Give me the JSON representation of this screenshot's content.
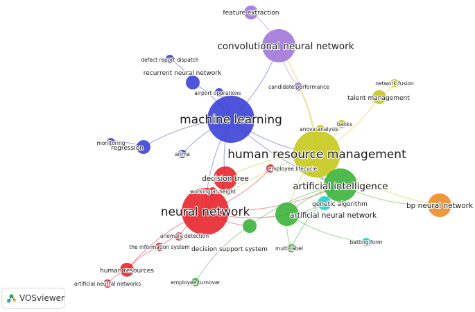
{
  "brand": {
    "name": "VOSviewer"
  },
  "clusters": {
    "red": "#e8262d",
    "green": "#3cb43c",
    "blue": "#3b43d6",
    "yellow": "#c8c81e",
    "purple": "#a277d9",
    "cyan": "#20d0d0",
    "orange": "#f08c28"
  },
  "nodes": [
    {
      "id": "ml",
      "label": "machine learning",
      "cluster": "blue",
      "size": 5
    },
    {
      "id": "hrm",
      "label": "human resource management",
      "cluster": "yellow",
      "size": 5
    },
    {
      "id": "nn",
      "label": "neural network",
      "cluster": "red",
      "size": 5
    },
    {
      "id": "ai",
      "label": "artificial intelligence",
      "cluster": "green",
      "size": 4
    },
    {
      "id": "cnn",
      "label": "convolutional neural network",
      "cluster": "purple",
      "size": 4
    },
    {
      "id": "ann",
      "label": "artificial neural network",
      "cluster": "green",
      "size": 3
    },
    {
      "id": "dt",
      "label": "decision tree",
      "cluster": "red",
      "size": 3
    },
    {
      "id": "bpnn",
      "label": "bp neural network",
      "cluster": "orange",
      "size": 3
    },
    {
      "id": "fe",
      "label": "feature extraction",
      "cluster": "purple",
      "size": 2
    },
    {
      "id": "rnn",
      "label": "recurrent neural network",
      "cluster": "blue",
      "size": 2
    },
    {
      "id": "reg",
      "label": "regression",
      "cluster": "blue",
      "size": 2
    },
    {
      "id": "ga",
      "label": "genetic algorithm",
      "cluster": "cyan",
      "size": 2
    },
    {
      "id": "tm",
      "label": "talent management",
      "cluster": "yellow",
      "size": 2
    },
    {
      "id": "dss",
      "label": "decision support system",
      "cluster": "green",
      "size": 2
    },
    {
      "id": "hr",
      "label": "human resources",
      "cluster": "red",
      "size": 2
    },
    {
      "id": "drd",
      "label": "defect report dispatch",
      "cluster": "blue",
      "size": 1
    },
    {
      "id": "ao",
      "label": "airport operations",
      "cluster": "blue",
      "size": 1
    },
    {
      "id": "cp",
      "label": "candidate performance",
      "cluster": "purple",
      "size": 1
    },
    {
      "id": "nf",
      "label": "network fusion",
      "cluster": "yellow",
      "size": 1
    },
    {
      "id": "anova",
      "label": "anova analysis",
      "cluster": "yellow",
      "size": 1
    },
    {
      "id": "banks",
      "label": "banks",
      "cluster": "yellow",
      "size": 1
    },
    {
      "id": "mon",
      "label": "monitoring",
      "cluster": "blue",
      "size": 1
    },
    {
      "id": "arima",
      "label": "arima",
      "cluster": "blue",
      "size": 1
    },
    {
      "id": "el",
      "label": "employee lifecycle",
      "cluster": "red",
      "size": 1
    },
    {
      "id": "wah",
      "label": "working at height",
      "cluster": "red",
      "size": 1
    },
    {
      "id": "ad",
      "label": "anomaly detection",
      "cluster": "red",
      "size": 1
    },
    {
      "id": "tis",
      "label": "the information system",
      "cluster": "red",
      "size": 1
    },
    {
      "id": "mlab",
      "label": "multi-label",
      "cluster": "green",
      "size": 1
    },
    {
      "id": "bf",
      "label": "batting form",
      "cluster": "cyan",
      "size": 1
    },
    {
      "id": "ann2",
      "label": "artificial neutral networks",
      "cluster": "red",
      "size": 1
    },
    {
      "id": "et",
      "label": "employee turnover",
      "cluster": "green",
      "size": 1
    }
  ],
  "links": [
    [
      "ml",
      "hrm"
    ],
    [
      "ml",
      "nn"
    ],
    [
      "ml",
      "cnn"
    ],
    [
      "ml",
      "rnn"
    ],
    [
      "ml",
      "reg"
    ],
    [
      "ml",
      "ao"
    ],
    [
      "ml",
      "arima"
    ],
    [
      "ml",
      "ai"
    ],
    [
      "ml",
      "dt"
    ],
    [
      "hrm",
      "nn"
    ],
    [
      "hrm",
      "ai"
    ],
    [
      "hrm",
      "tm"
    ],
    [
      "hrm",
      "cnn"
    ],
    [
      "hrm",
      "anova"
    ],
    [
      "hrm",
      "banks"
    ],
    [
      "hrm",
      "ann"
    ],
    [
      "hrm",
      "bpnn"
    ],
    [
      "hrm",
      "ga"
    ],
    [
      "hrm",
      "cp"
    ],
    [
      "hrm",
      "dt"
    ],
    [
      "nn",
      "ai"
    ],
    [
      "nn",
      "dt"
    ],
    [
      "nn",
      "hr"
    ],
    [
      "nn",
      "dss"
    ],
    [
      "nn",
      "ad"
    ],
    [
      "nn",
      "wah"
    ],
    [
      "nn",
      "ann"
    ],
    [
      "nn",
      "el"
    ],
    [
      "ai",
      "ann"
    ],
    [
      "ai",
      "bpnn"
    ],
    [
      "ai",
      "ga"
    ],
    [
      "ai",
      "dss"
    ],
    [
      "ai",
      "mlab"
    ],
    [
      "ai",
      "el"
    ],
    [
      "ann",
      "bf"
    ],
    [
      "ann",
      "ga"
    ],
    [
      "ann",
      "mlab"
    ],
    [
      "cnn",
      "fe"
    ],
    [
      "cnn",
      "cp"
    ],
    [
      "rnn",
      "drd"
    ],
    [
      "reg",
      "mon"
    ],
    [
      "tm",
      "nf"
    ],
    [
      "hr",
      "ann2"
    ],
    [
      "dss",
      "et"
    ],
    [
      "tis",
      "hr"
    ],
    [
      "ad",
      "tis"
    ],
    [
      "anova",
      "banks"
    ]
  ]
}
